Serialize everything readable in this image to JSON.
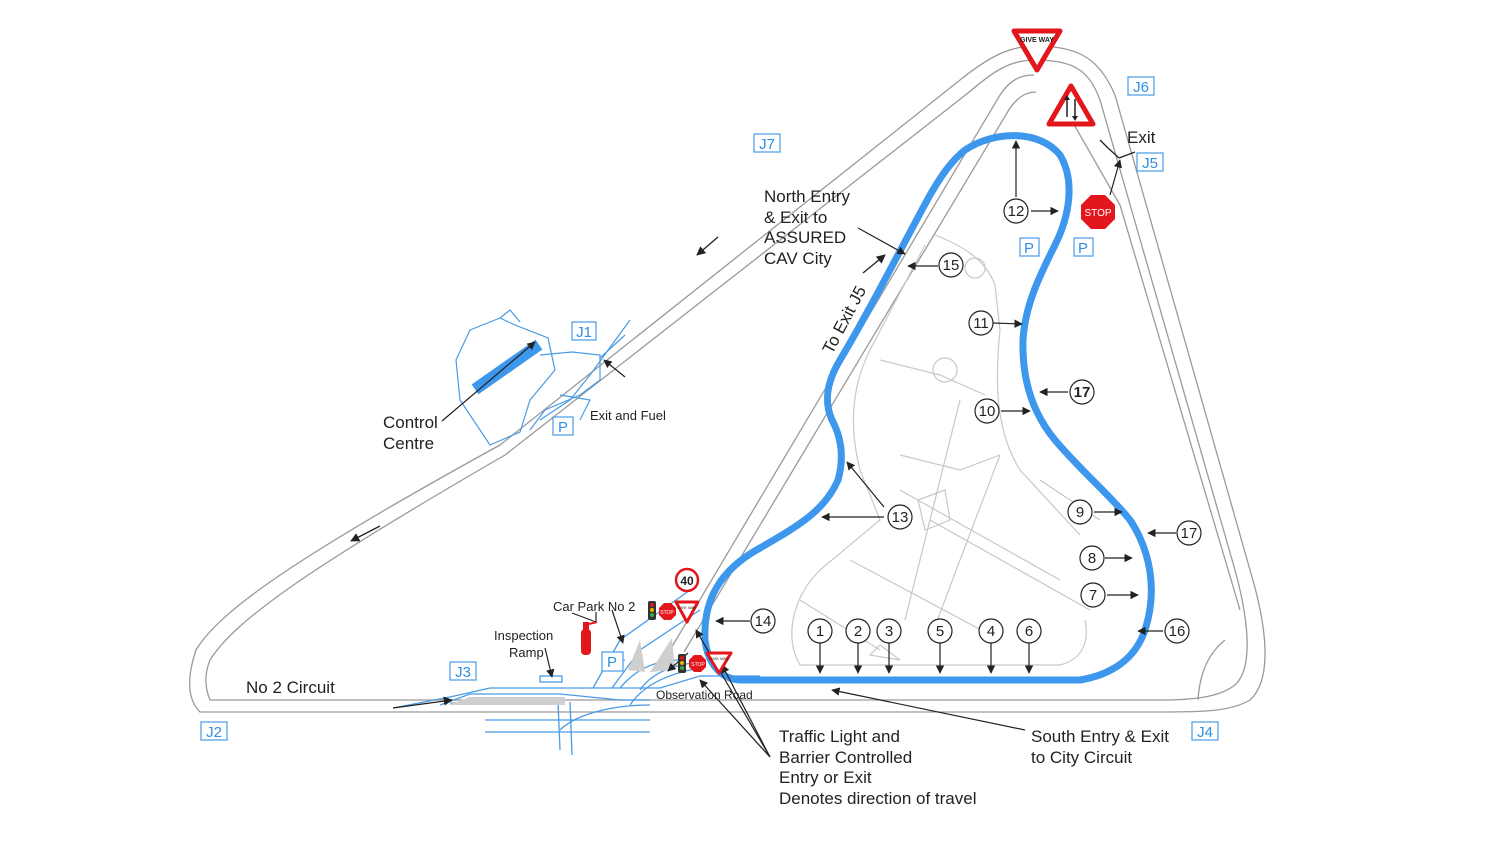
{
  "colors": {
    "track": "#3d97ec",
    "blue_line": "#4a9be6",
    "road": "#9a9a9a",
    "inner": "#c4c4c4",
    "text": "#222222",
    "sign_red": "#e3161c"
  },
  "labels": {
    "north_entry": [
      "North Entry",
      "& Exit to",
      "ASSURED",
      "CAV City"
    ],
    "to_exit_j5": "To Exit J5",
    "control_centre": [
      "Control",
      "Centre"
    ],
    "exit_fuel": "Exit and Fuel",
    "exit": "Exit",
    "car_park_2": "Car Park No 2",
    "inspection_ramp": [
      "Inspection",
      "Ramp"
    ],
    "no2_circuit": "No 2 Circuit",
    "observation_road": "Observation Road",
    "traffic_light": [
      "Traffic Light and",
      "Barrier Controlled",
      "Entry or Exit",
      "Denotes direction of travel"
    ],
    "south_entry": [
      "South Entry & Exit",
      "to City Circuit"
    ]
  },
  "junctions": [
    "J1",
    "J2",
    "J3",
    "J4",
    "J5",
    "J6",
    "J7"
  ],
  "parking_label": "P",
  "signs": {
    "give_way": "GIVE WAY",
    "stop": "STOP",
    "speed_limit": "40"
  },
  "points": [
    {
      "label": "1"
    },
    {
      "label": "2"
    },
    {
      "label": "3"
    },
    {
      "label": "4"
    },
    {
      "label": "5"
    },
    {
      "label": "6"
    },
    {
      "label": "7"
    },
    {
      "label": "8"
    },
    {
      "label": "9"
    },
    {
      "label": "10"
    },
    {
      "label": "11"
    },
    {
      "label": "12"
    },
    {
      "label": "13"
    },
    {
      "label": "14"
    },
    {
      "label": "15"
    },
    {
      "label": "16"
    },
    {
      "label": "17"
    },
    {
      "label": "17",
      "bold": true
    }
  ]
}
